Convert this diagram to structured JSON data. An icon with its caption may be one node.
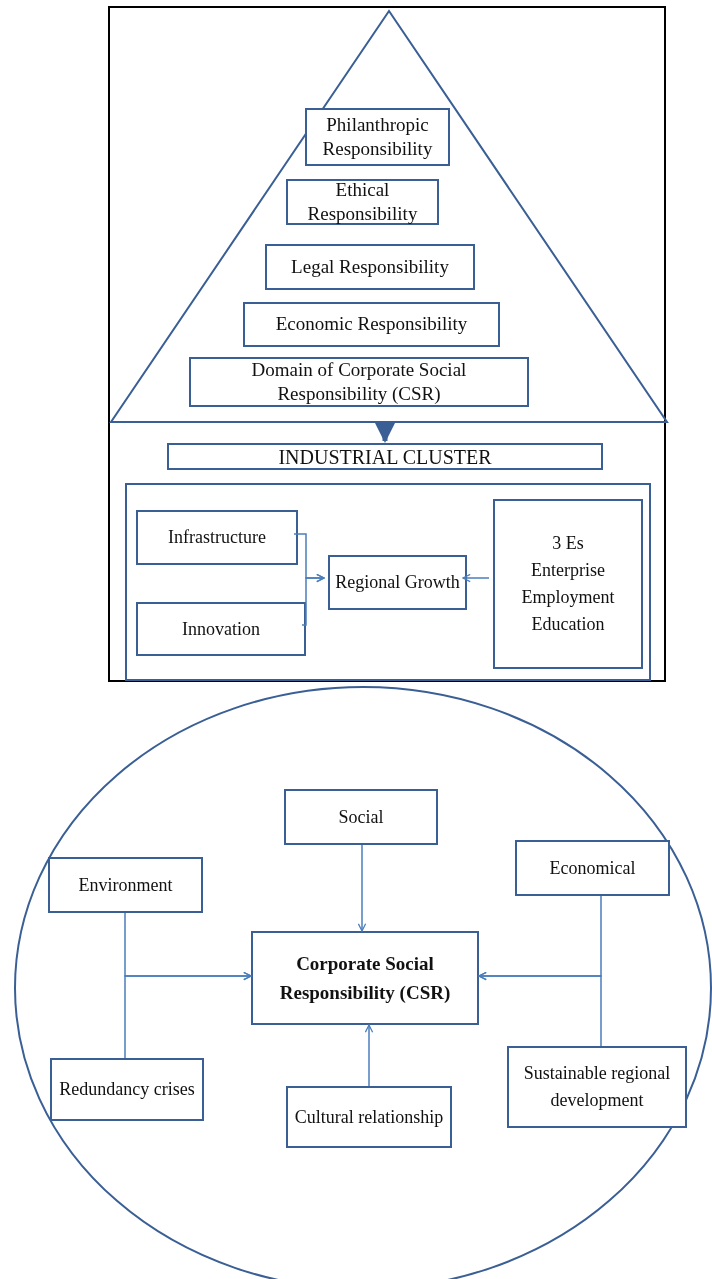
{
  "diagram": {
    "nodes": [
      {
        "text": [],
        "shape": "box"
      },
      {
        "text": [],
        "shape": "triangle",
        "in": 0
      },
      {
        "text": [
          "Philanthropic Responsibility"
        ],
        "in": 1
      },
      {
        "text": [
          "Ethical Responsibility"
        ],
        "in": 1
      },
      {
        "text": [
          "Legal Responsibility"
        ],
        "in": 1
      },
      {
        "text": [
          "Economic Responsibility"
        ],
        "in": 1
      },
      {
        "text": [
          "Domain of Corporate Social Responsibility (CSR)"
        ],
        "in": 1
      },
      {
        "text": [
          "INDUSTRIAL CLUSTER"
        ],
        "in": 0
      },
      {
        "text": [],
        "shape": "box",
        "in": 0
      },
      {
        "text": [
          "Infrastructure"
        ],
        "in": 8
      },
      {
        "text": [
          "Innovation"
        ],
        "in": 8
      },
      {
        "text": [
          "Regional Growth"
        ],
        "in": 8
      },
      {
        "text": [
          "3 Es",
          "Enterprise",
          "Employment",
          "Education"
        ],
        "in": 8
      },
      {
        "text": [],
        "shape": "ellipse"
      },
      {
        "text": [
          "Social"
        ],
        "in": 13
      },
      {
        "text": [
          "Environment"
        ],
        "in": 13
      },
      {
        "text": [
          "Economical"
        ],
        "in": 13
      },
      {
        "text": [
          "Corporate Social Responsibility (CSR)"
        ],
        "in": 13
      },
      {
        "text": [
          "Redundancy crises"
        ],
        "in": 13
      },
      {
        "text": [
          "Cultural relationship"
        ],
        "in": 13
      },
      {
        "text": [
          "Sustainable regional development"
        ],
        "in": 13
      }
    ],
    "edges": [
      {
        "from": 1,
        "to": 7,
        "arrow": "to",
        "style": "thick"
      },
      {
        "from": 9,
        "to": 11,
        "arrow": "to"
      },
      {
        "from": 10,
        "to": 11,
        "arrow": "to"
      },
      {
        "from": 12,
        "to": 11,
        "arrow": "to"
      },
      {
        "from": 14,
        "to": 17,
        "arrow": "to"
      },
      {
        "from": 15,
        "to": 17,
        "arrow": "to"
      },
      {
        "from": 18,
        "to": 17,
        "arrow": "to"
      },
      {
        "from": 16,
        "to": 17,
        "arrow": "to"
      },
      {
        "from": 20,
        "to": 17,
        "arrow": "to"
      },
      {
        "from": 19,
        "to": 17,
        "arrow": "to"
      }
    ]
  }
}
